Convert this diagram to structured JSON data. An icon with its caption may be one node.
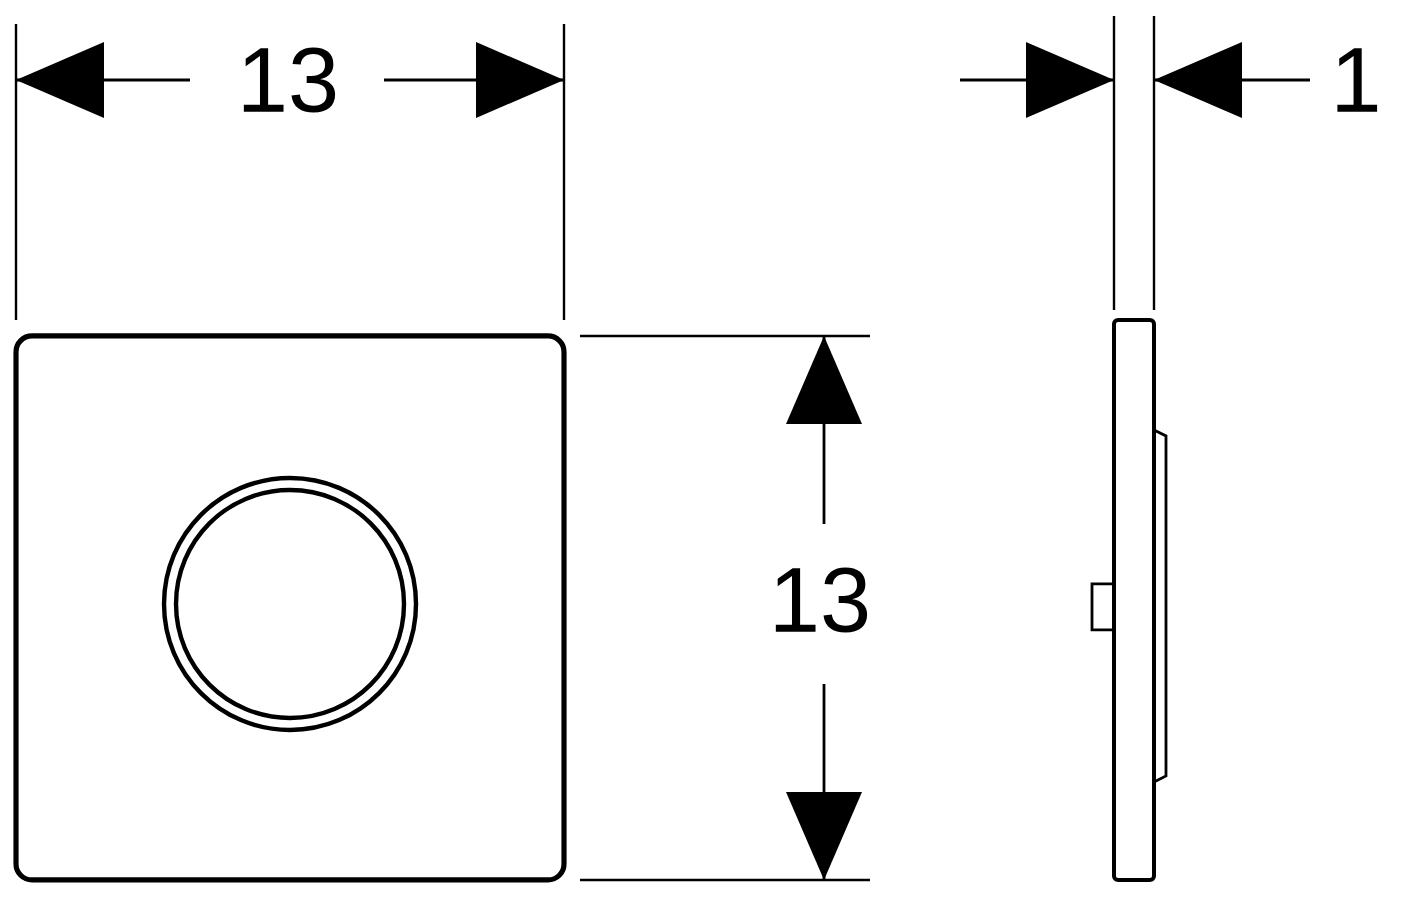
{
  "diagram": {
    "labels": [
      "13",
      "1",
      "13"
    ]
  }
}
